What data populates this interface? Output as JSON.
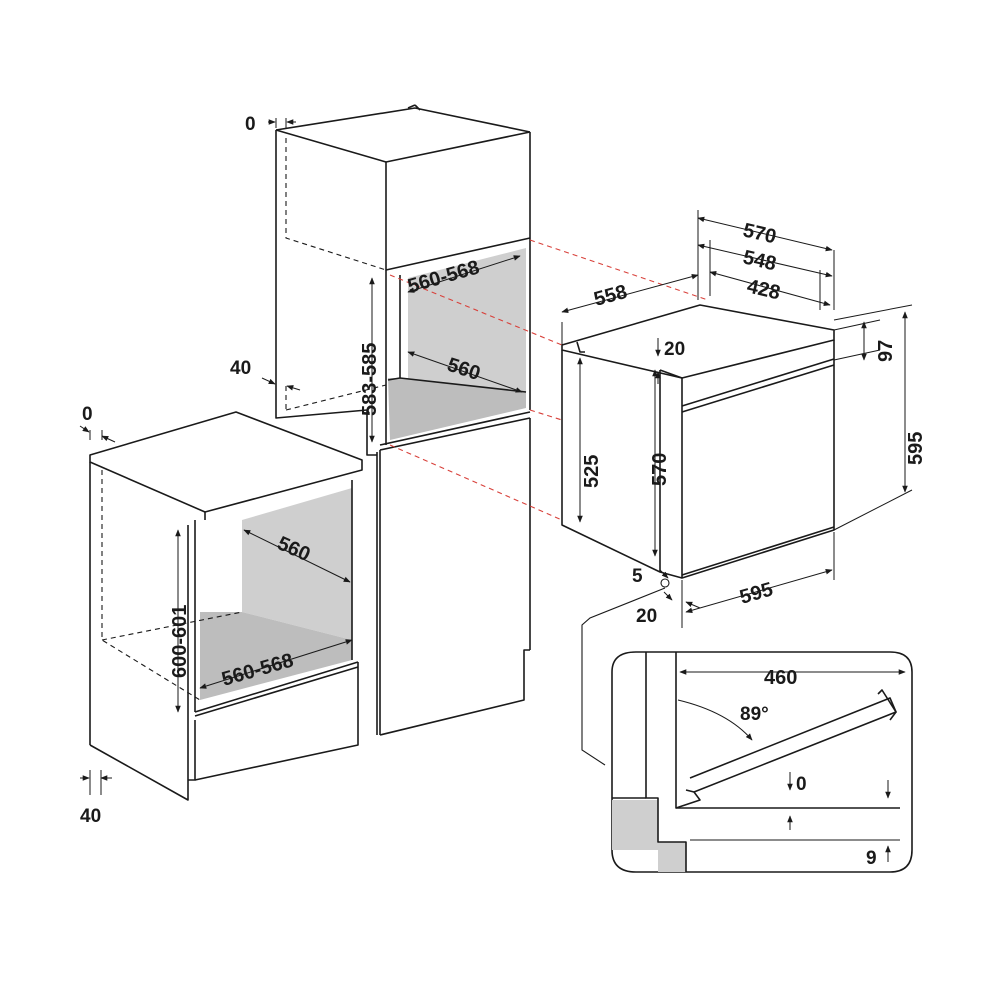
{
  "tall_cabinet": {
    "dims": {
      "top_gap": "0",
      "side_gap": "40",
      "niche_depth": "560-568",
      "niche_height": "583-585",
      "niche_width": "560"
    }
  },
  "base_cabinet": {
    "dims": {
      "top_gap": "0",
      "bottom_gap": "40",
      "niche_width": "560",
      "niche_height": "600-601",
      "niche_depth": "560-568"
    }
  },
  "oven": {
    "dims": {
      "width_outer": "570",
      "width_mid": "548",
      "width_inner": "428",
      "depth": "558",
      "panel_offset": "20",
      "top_panel": "97",
      "total_height": "595",
      "body_height": "525",
      "door_height": "570",
      "bottom_gap": "5",
      "front_offset": "20",
      "front_width": "595"
    }
  },
  "door_detail": {
    "dims": {
      "door_length": "460",
      "opening_angle": "89°",
      "clearance_top": "0",
      "clearance_bottom": "9"
    }
  }
}
